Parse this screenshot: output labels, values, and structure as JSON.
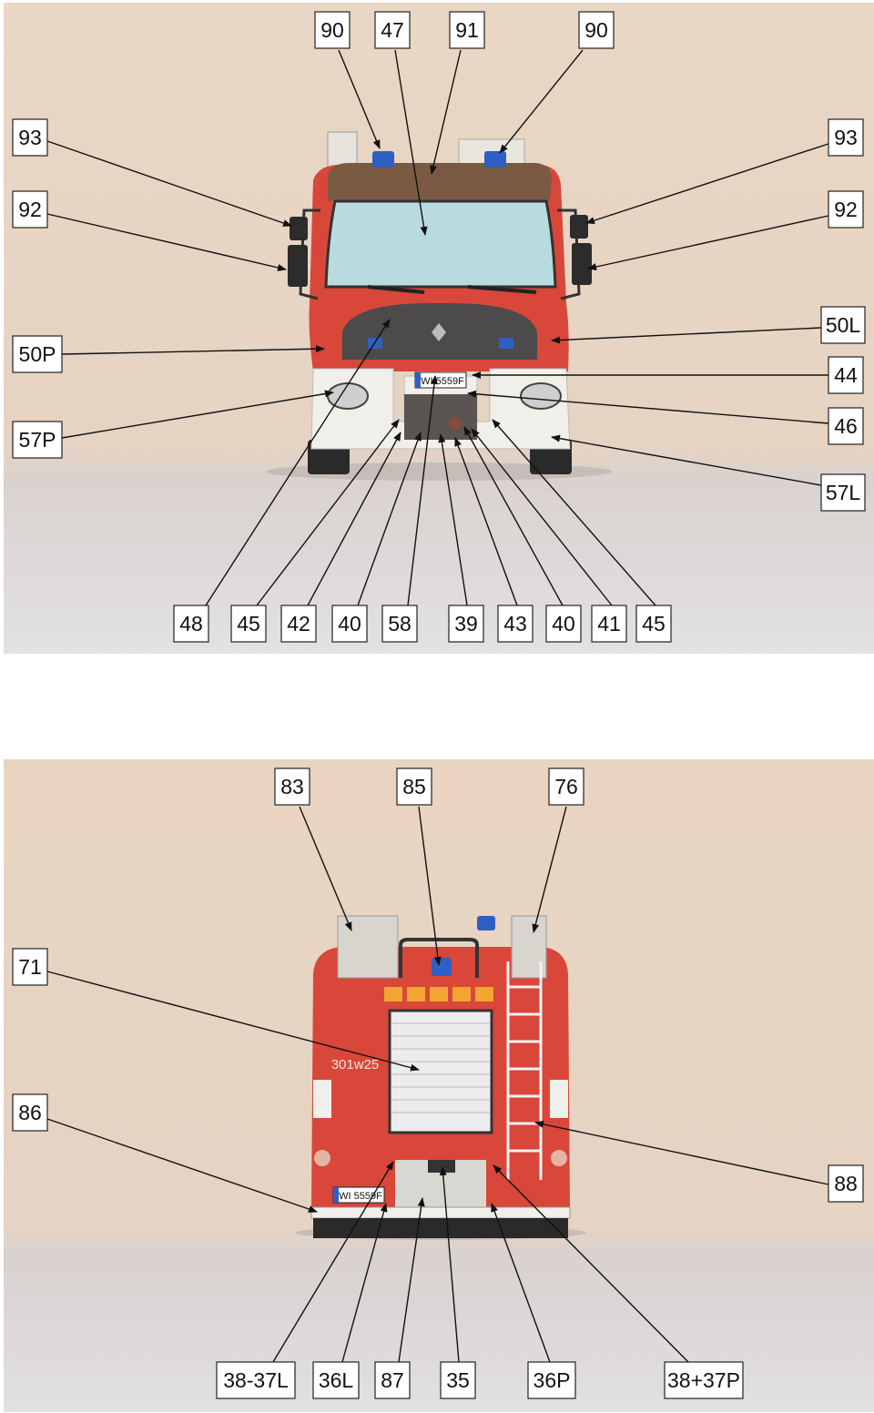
{
  "front_view": {
    "callouts": [
      {
        "label": "90"
      },
      {
        "label": "47"
      },
      {
        "label": "91"
      },
      {
        "label": "90"
      },
      {
        "label": "93"
      },
      {
        "label": "92"
      },
      {
        "label": "50P"
      },
      {
        "label": "57P"
      },
      {
        "label": "93"
      },
      {
        "label": "92"
      },
      {
        "label": "50L"
      },
      {
        "label": "44"
      },
      {
        "label": "46"
      },
      {
        "label": "57L"
      },
      {
        "label": "48"
      },
      {
        "label": "45"
      },
      {
        "label": "42"
      },
      {
        "label": "40"
      },
      {
        "label": "58"
      },
      {
        "label": "39"
      },
      {
        "label": "43"
      },
      {
        "label": "40"
      },
      {
        "label": "41"
      },
      {
        "label": "45"
      }
    ],
    "plate_text": "WI 5559F"
  },
  "rear_view": {
    "callouts": [
      {
        "label": "83"
      },
      {
        "label": "85"
      },
      {
        "label": "76"
      },
      {
        "label": "71"
      },
      {
        "label": "86"
      },
      {
        "label": "88"
      },
      {
        "label": "38-37L"
      },
      {
        "label": "36L"
      },
      {
        "label": "87"
      },
      {
        "label": "35"
      },
      {
        "label": "36P"
      },
      {
        "label": "38+37P"
      }
    ],
    "plate_text": "WI 5559F",
    "body_number": "301w25"
  },
  "colors": {
    "body_red": "#d8473a",
    "beacon_blue": "#2f5fc4",
    "windshield": "#b9dbe0",
    "visor_brown": "#7a5a42",
    "bumper_white": "#f1efe9",
    "amber": "#f2a530"
  }
}
